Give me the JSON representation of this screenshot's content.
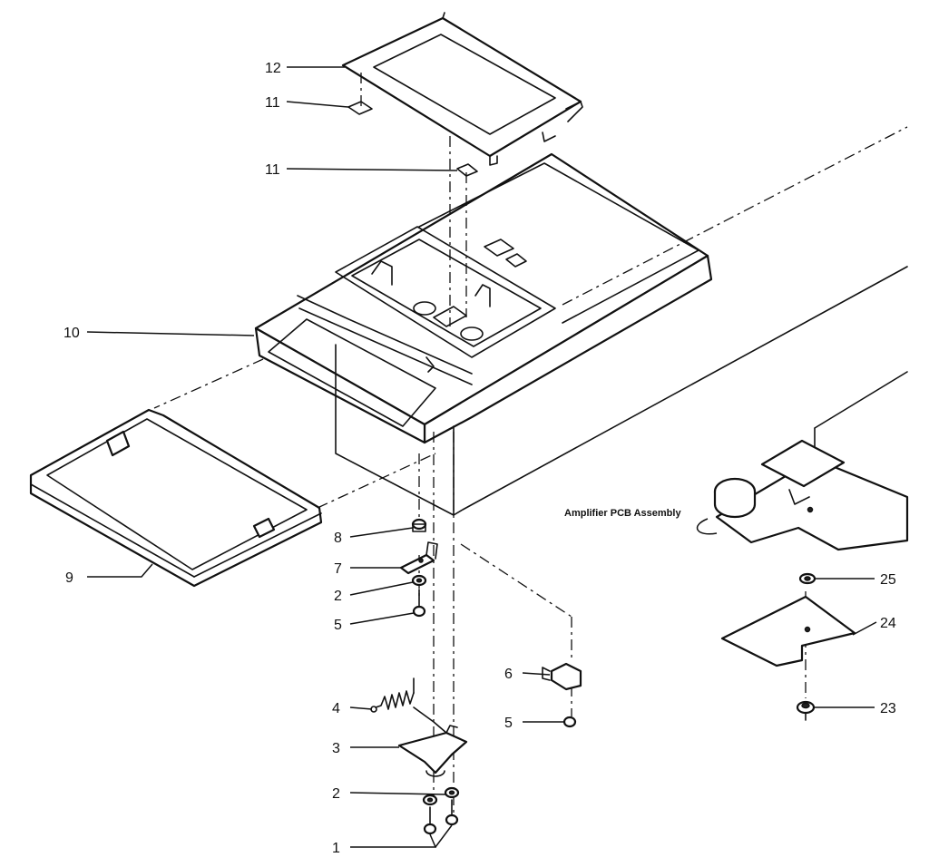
{
  "callouts": {
    "c1": "1",
    "c2a": "2",
    "c2b": "2",
    "c3": "3",
    "c4": "4",
    "c5a": "5",
    "c5b": "5",
    "c6": "6",
    "c7": "7",
    "c8": "8",
    "c9": "9",
    "c10": "10",
    "c11a": "11",
    "c11b": "11",
    "c12": "12",
    "c23": "23",
    "c24": "24",
    "c25": "25"
  },
  "assembly_label": "Amplifier PCB Assembly"
}
